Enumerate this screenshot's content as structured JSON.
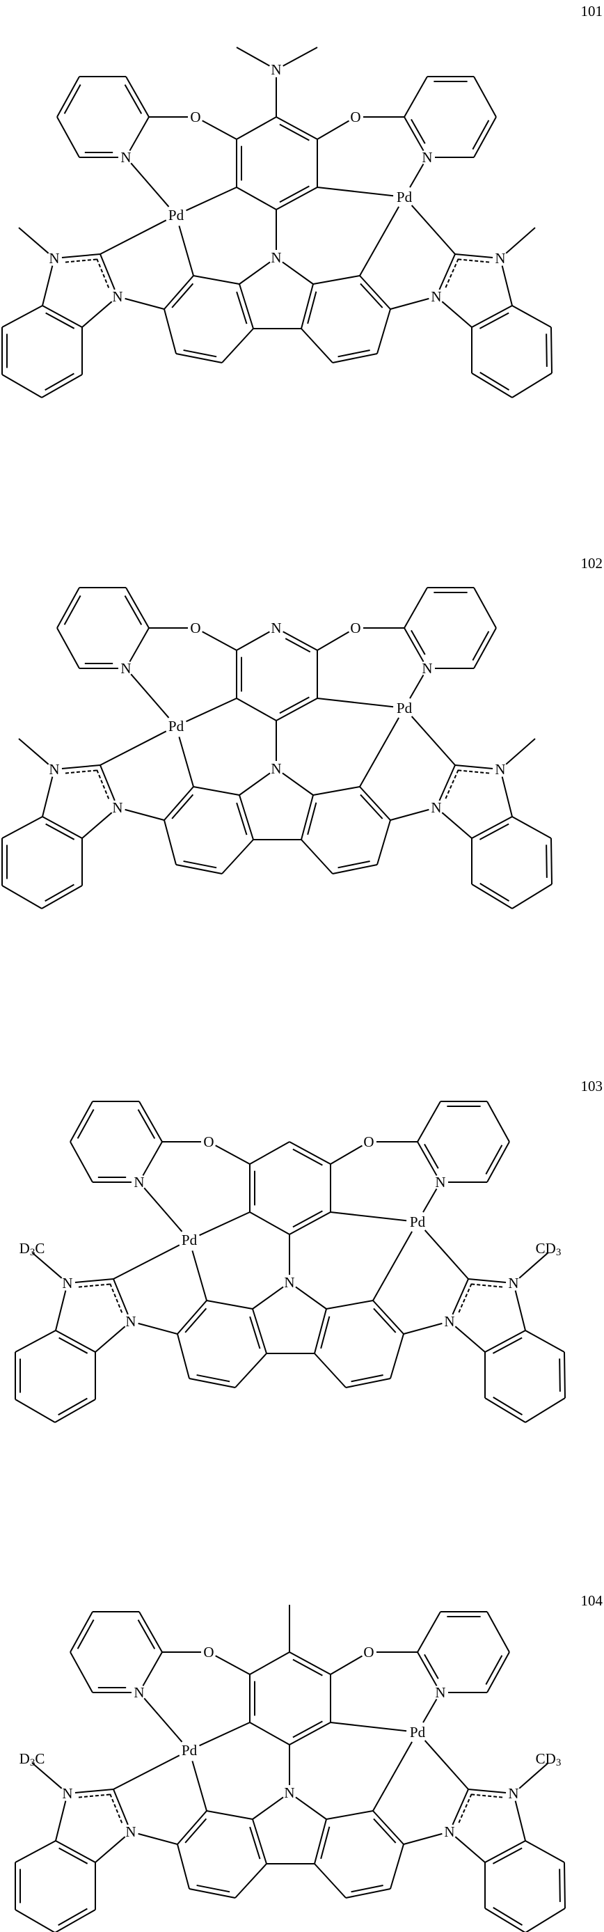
{
  "page": {
    "type": "patent chemical structure listing",
    "compounds": [
      {
        "number": "101",
        "top_atom": "C",
        "top_substituent": "N(CH3)2",
        "top_label": "N",
        "n_methyl_label_left": "",
        "n_methyl_label_right": "",
        "metal": "Pd",
        "linker_atom": "O",
        "pyridine_atom": "N",
        "carbazole_atom": "N",
        "imidazole_atom": "N"
      },
      {
        "number": "102",
        "top_atom": "N",
        "top_substituent": "",
        "top_label": "N",
        "n_methyl_label_left": "",
        "n_methyl_label_right": "",
        "metal": "Pd",
        "linker_atom": "O",
        "pyridine_atom": "N",
        "carbazole_atom": "N",
        "imidazole_atom": "N"
      },
      {
        "number": "103",
        "top_atom": "C",
        "top_substituent": "H",
        "top_label": "",
        "n_methyl_label_left": "D3C",
        "n_methyl_label_right": "CD3",
        "metal": "Pd",
        "linker_atom": "O",
        "pyridine_atom": "N",
        "carbazole_atom": "N",
        "imidazole_atom": "N"
      },
      {
        "number": "104",
        "top_atom": "C",
        "top_substituent": "CH3",
        "top_label": "",
        "n_methyl_label_left": "D3C",
        "n_methyl_label_right": "CD3",
        "metal": "Pd",
        "linker_atom": "O",
        "pyridine_atom": "N",
        "carbazole_atom": "N",
        "imidazole_atom": "N"
      }
    ]
  }
}
